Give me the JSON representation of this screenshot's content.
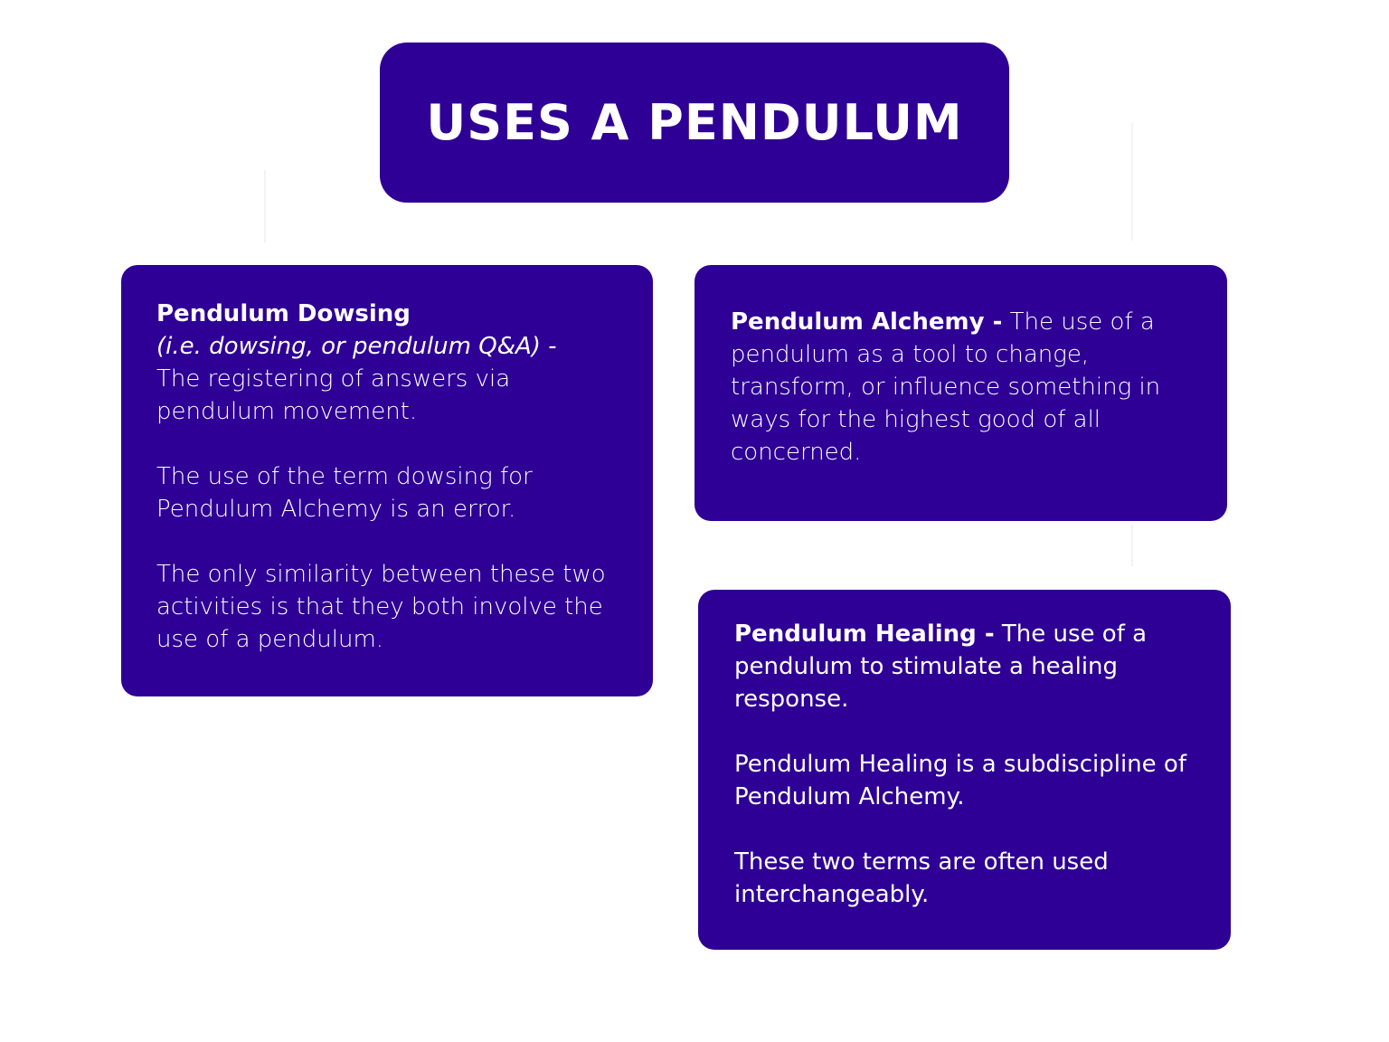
{
  "title": "USES A PENDULUM",
  "dowsing": {
    "heading": "Pendulum Dowsing",
    "subheading": "(i.e. dowsing, or pendulum Q&A) -",
    "definition": "The registering of answers via pendulum movement.",
    "note1": "The use of the term dowsing for Pendulum Alchemy is an error.",
    "note2": "The only similarity between these two activities is that they both involve the use of a pendulum."
  },
  "alchemy": {
    "heading": "Pendulum Alchemy -",
    "definition": "The use of a pendulum as a tool to change, transform, or influence something in ways for the highest good of all concerned."
  },
  "healing": {
    "heading": "Pendulum Healing -",
    "definition": "The use of a pendulum to stimulate a healing response.",
    "note1": "Pendulum Healing is a subdiscipline of Pendulum Alchemy.",
    "note2": "These two terms are often used interchangeably."
  },
  "colors": {
    "box_fill": "#2e0095",
    "text": "#ffffff",
    "background": "#ffffff"
  }
}
